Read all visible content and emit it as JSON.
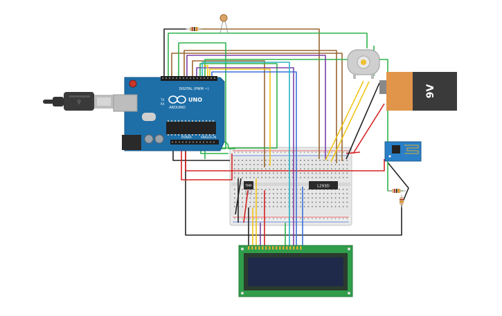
{
  "arduino": {
    "brand": "ARDUINO",
    "model": "UNO",
    "digital_header": "DIGITAL (PWM ~)",
    "power_header": "POWER",
    "analog_header": "ANALOG IN",
    "tx_label": "TX",
    "rx_label": "RX",
    "board_color": "#1e6fa8"
  },
  "battery": {
    "label": "9V",
    "body_color": "#3a3a3a",
    "cap_color": "#e0954a"
  },
  "motor_driver": {
    "label": "L293D"
  },
  "sensor": {
    "label": "TMP"
  },
  "colors": {
    "wire_red": "#d62020",
    "wire_black": "#222222",
    "wire_green": "#2fb34a",
    "wire_yellow": "#f2c418",
    "wire_brown": "#9a6630",
    "wire_purple": "#7b3fa6",
    "wire_blue": "#3a6fd8",
    "wire_cyan": "#2bb3c6",
    "lcd_pcb": "#2f9d4a",
    "lcd_screen": "#1f2a4a"
  }
}
